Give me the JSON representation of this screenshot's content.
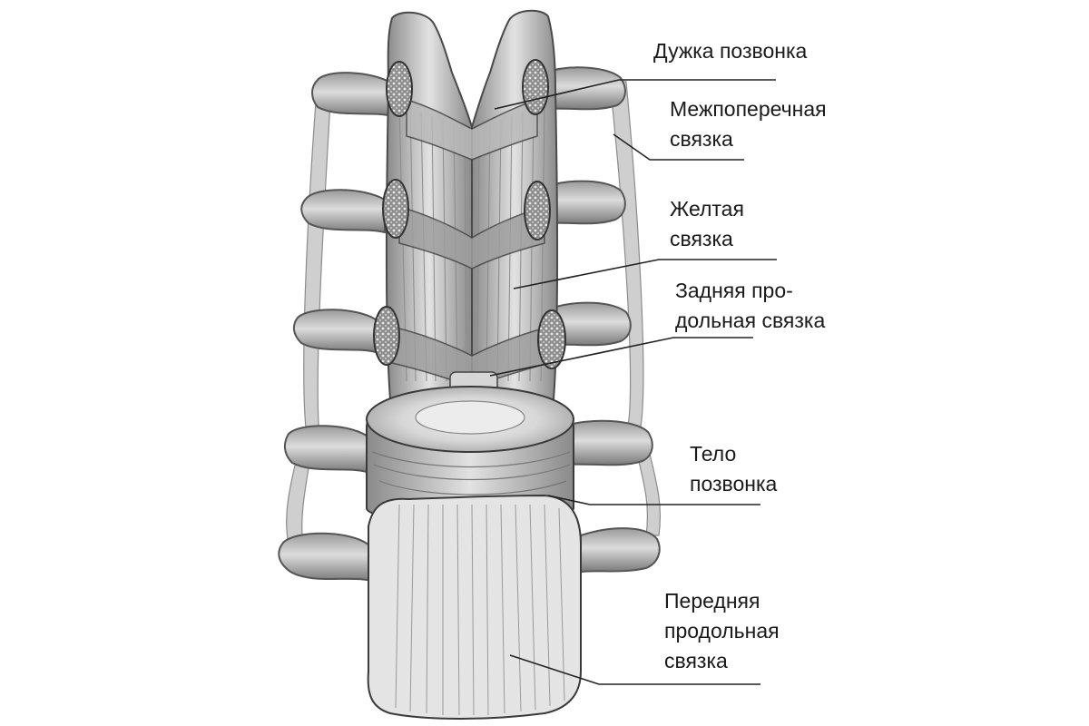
{
  "labels": {
    "arch": [
      "Дужка позвонка"
    ],
    "intertransverse": [
      "Межпоперечная",
      "связка"
    ],
    "yellow": [
      "Желтая",
      "связка"
    ],
    "posterior_longitudinal": [
      "Задняя про-",
      "дольная связка"
    ],
    "body": [
      "Тело",
      "позвонка"
    ],
    "anterior_longitudinal": [
      "Передняя",
      "продольная",
      "связка"
    ]
  },
  "colors": {
    "line": "#222222",
    "text": "#1a1a1a",
    "bone_light": "#d9d9d9",
    "bone_mid": "#b3b3b3",
    "bone_dark": "#6e6e6e"
  }
}
